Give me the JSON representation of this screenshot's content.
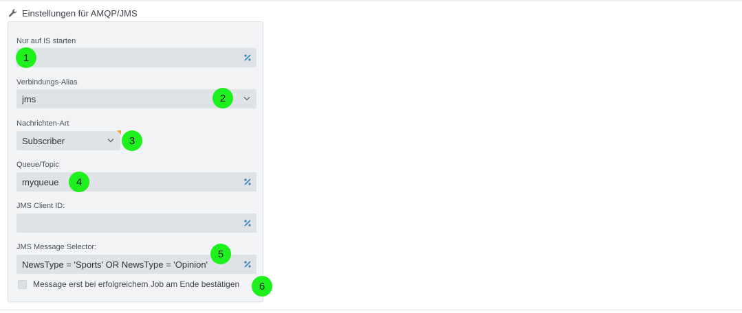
{
  "section": {
    "title": "Einstellungen für AMQP/JMS",
    "icon": "wrench-icon"
  },
  "fields": {
    "start_on_is": {
      "label": "Nur auf IS starten",
      "value": ""
    },
    "connection_alias": {
      "label": "Verbindungs-Alias",
      "value": "jms"
    },
    "message_type": {
      "label": "Nachrichten-Art",
      "value": "Subscriber"
    },
    "queue_topic": {
      "label": "Queue/Topic",
      "value": "myqueue"
    },
    "client_id": {
      "label": "JMS Client ID:",
      "value": ""
    },
    "message_selector": {
      "label": "JMS Message Selector:",
      "value": "NewsType = 'Sports' OR NewsType = 'Opinion'"
    }
  },
  "confirm_checkbox": {
    "label": "Message erst bei erfolgreichem Job am Ende bestätigen",
    "checked": false
  },
  "markers": [
    "1",
    "2",
    "3",
    "4",
    "5",
    "6"
  ],
  "colors": {
    "panel_bg": "#f3f4f6",
    "input_bg": "#dfe2e7",
    "icon_accent": "#2f86b8",
    "marker": "#1ef01e",
    "flag": "#f0a83c"
  }
}
